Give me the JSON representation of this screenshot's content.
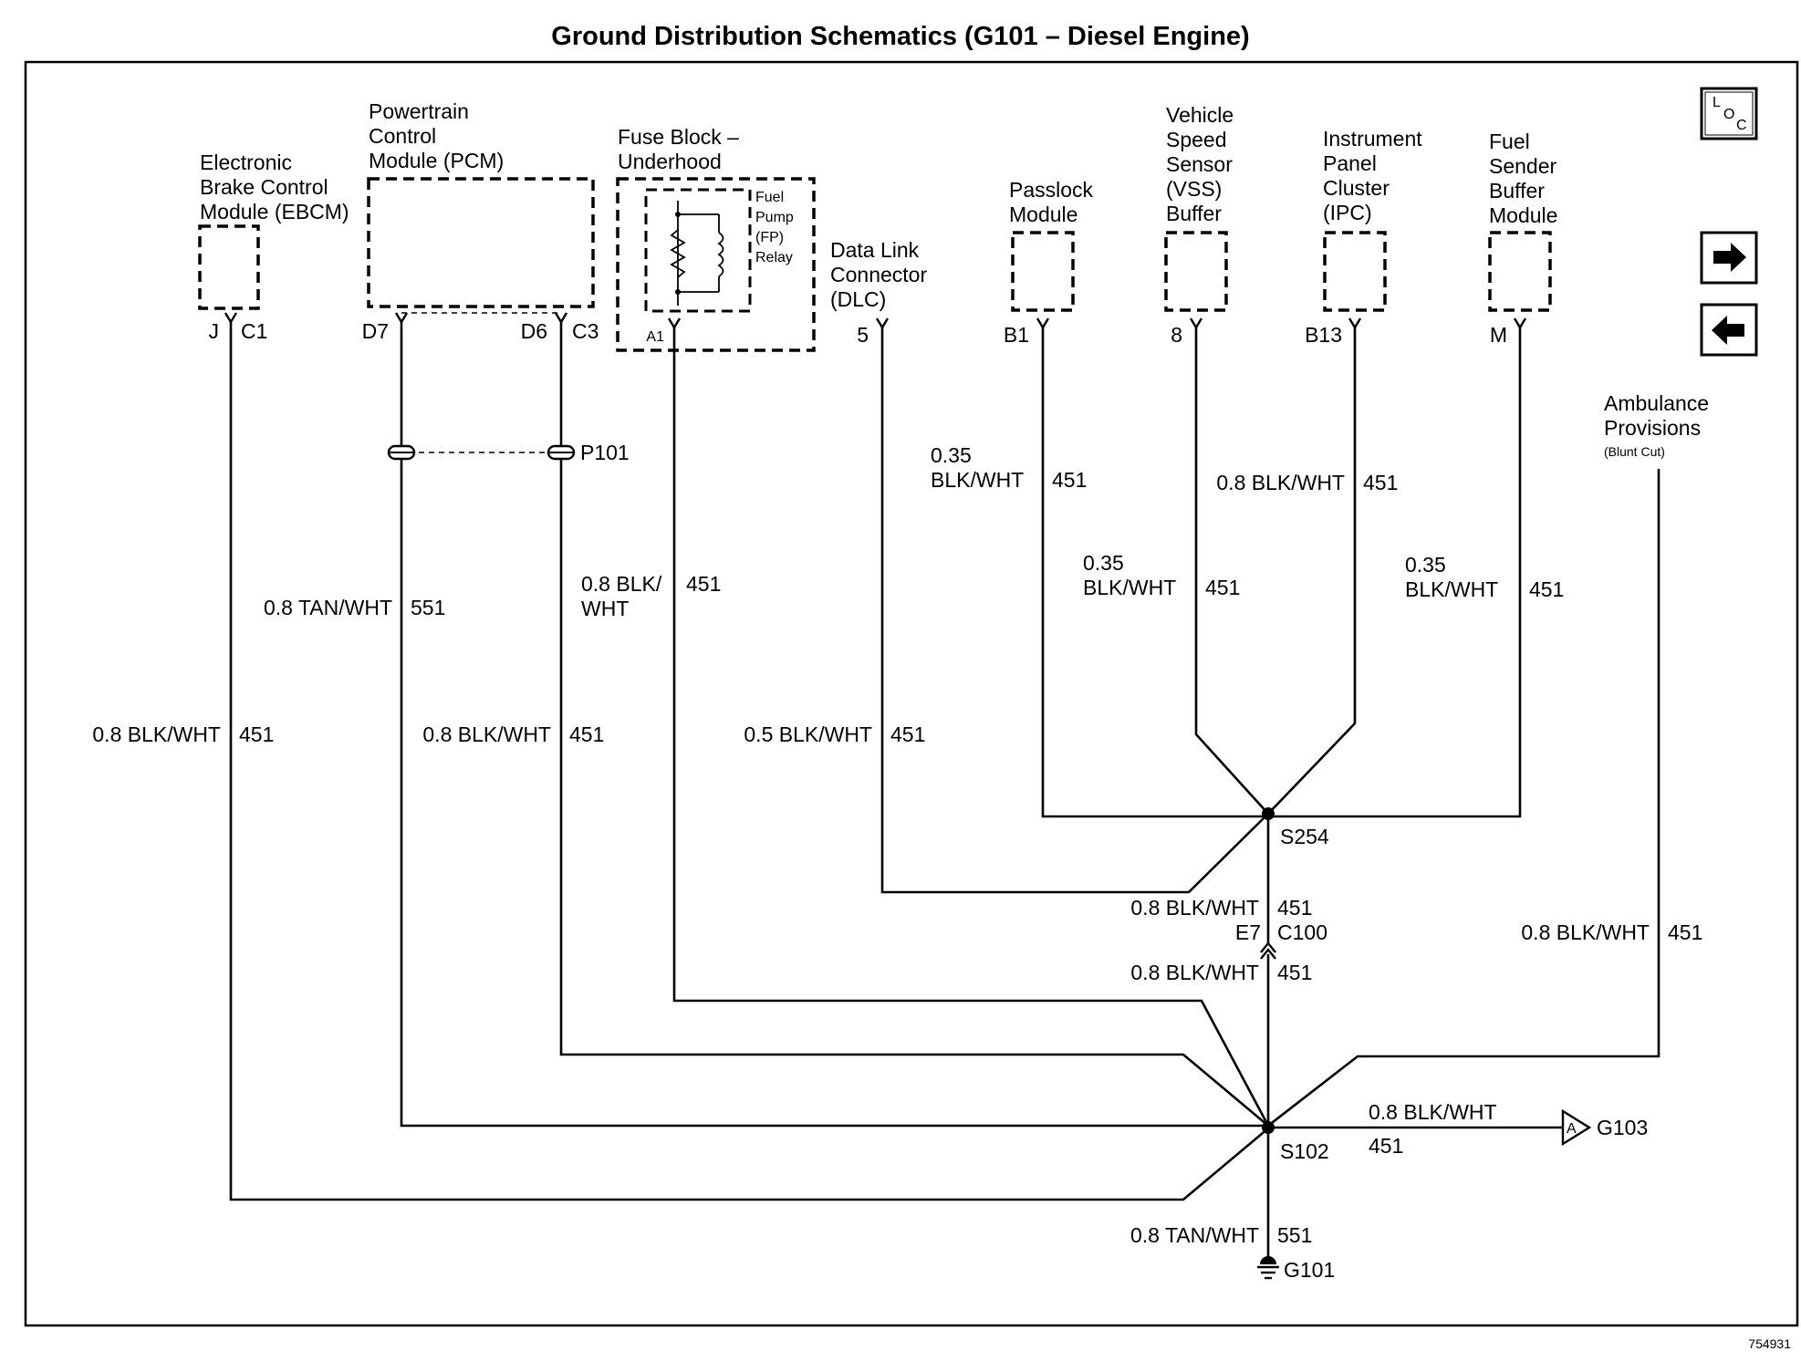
{
  "title": "Ground Distribution Schematics (G101 – Diesel Engine)",
  "doc_number": "754931",
  "nav": {
    "loc_icon": "L O C",
    "next_icon": "right-arrow",
    "prev_icon": "left-arrow"
  },
  "components": {
    "ebcm": {
      "lines": [
        "Electronic",
        "Brake Control",
        "Module (EBCM)"
      ],
      "pin_left": "J",
      "pin_right": "C1"
    },
    "pcm": {
      "lines": [
        "Powertrain",
        "Control",
        "Module (PCM)"
      ],
      "pin_d7": "D7",
      "pin_d6": "D6",
      "pin_c3": "C3"
    },
    "fuse_block": {
      "lines": [
        "Fuse Block –",
        "Underhood"
      ],
      "relay_lines": [
        "Fuel",
        "Pump",
        "(FP)",
        "Relay"
      ],
      "pin": "A1"
    },
    "dlc": {
      "lines": [
        "Data Link",
        "Connector",
        "(DLC)"
      ],
      "pin": "5"
    },
    "passlock": {
      "lines": [
        "Passlock",
        "Module"
      ],
      "pin": "B1"
    },
    "vss": {
      "lines": [
        "Vehicle",
        "Speed",
        "Sensor",
        "(VSS)",
        "Buffer"
      ],
      "pin": "8"
    },
    "ipc": {
      "lines": [
        "Instrument",
        "Panel",
        "Cluster",
        "(IPC)"
      ],
      "pin": "B13"
    },
    "fuel_sender": {
      "lines": [
        "Fuel",
        "Sender",
        "Buffer",
        "Module"
      ],
      "pin": "M"
    },
    "ambulance": {
      "lines": [
        "Ambulance",
        "Provisions"
      ],
      "note": "(Blunt Cut)"
    }
  },
  "connectors": {
    "p101": "P101",
    "c100": "C100",
    "c100_pin": "E7"
  },
  "splices": {
    "s254": "S254",
    "s102": "S102"
  },
  "grounds": {
    "g101": "G101",
    "g103": "G103",
    "g103_ref": "A"
  },
  "wires": {
    "ebcm": {
      "label": "0.8 BLK/WHT",
      "circuit": "451"
    },
    "pcm_d7_upper": {
      "label": "0.8 TAN/WHT",
      "circuit": "551"
    },
    "pcm_d6": {
      "label": "0.8 BLK/WHT",
      "circuit": "451"
    },
    "fuse": {
      "label_lines": [
        "0.8 BLK/",
        "WHT"
      ],
      "circuit": "451"
    },
    "dlc": {
      "label": "0.5 BLK/WHT",
      "circuit": "451"
    },
    "passlock": {
      "label_lines": [
        "0.35",
        "BLK/WHT"
      ],
      "circuit": "451"
    },
    "vss": {
      "label_lines": [
        "0.35",
        "BLK/WHT"
      ],
      "circuit": "451"
    },
    "ipc": {
      "label": "0.8 BLK/WHT",
      "circuit": "451"
    },
    "fuel_sender": {
      "label_lines": [
        "0.35",
        "BLK/WHT"
      ],
      "circuit": "451"
    },
    "s254_to_c100": {
      "label": "0.8 BLK/WHT",
      "circuit": "451"
    },
    "c100_to_s102": {
      "label": "0.8 BLK/WHT",
      "circuit": "451"
    },
    "ambulance": {
      "label": "0.8 BLK/WHT",
      "circuit": "451"
    },
    "g103": {
      "label": "0.8 BLK/WHT",
      "circuit": "451"
    },
    "g101": {
      "label": "0.8 TAN/WHT",
      "circuit": "551"
    }
  }
}
